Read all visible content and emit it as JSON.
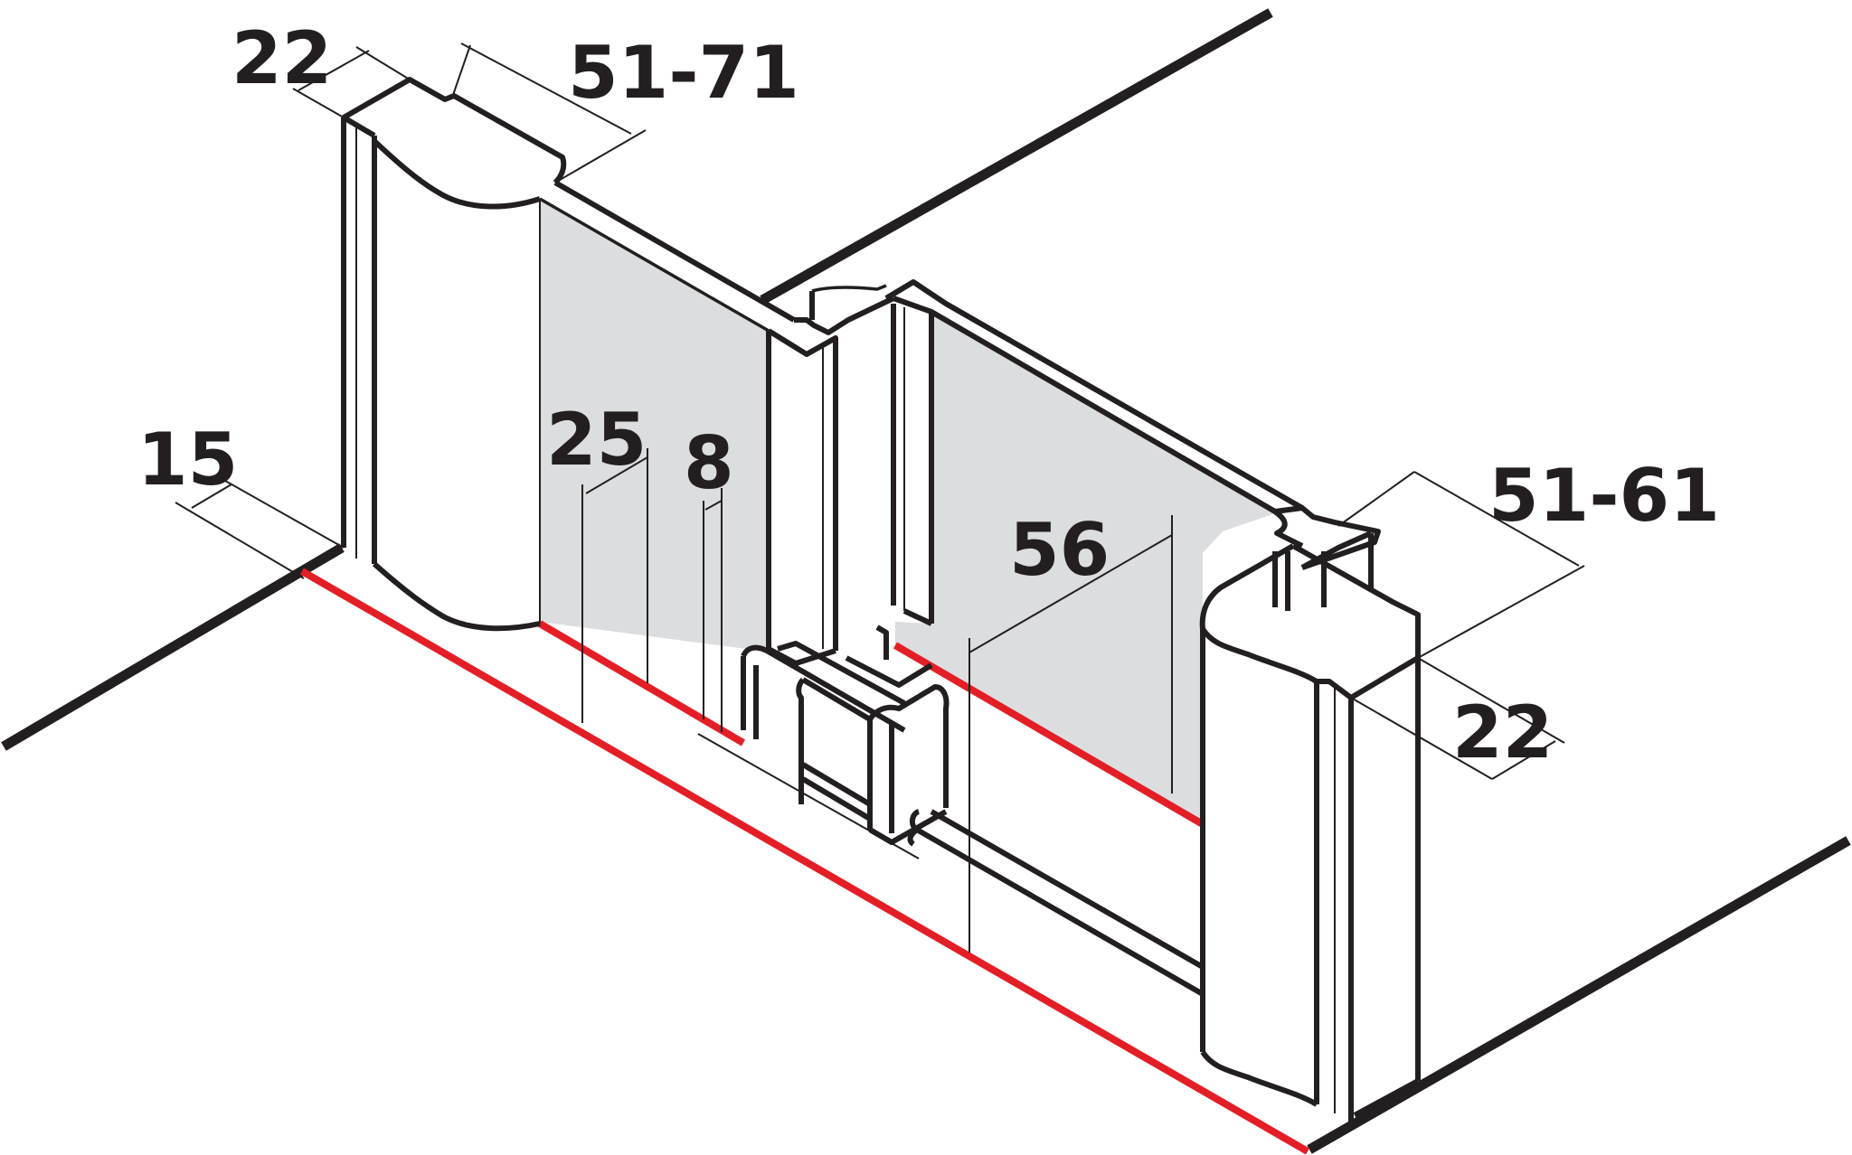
{
  "dimensions": {
    "top_left_depth": "22",
    "top_left_range": "51-71",
    "bottom_left_offset": "15",
    "glass_offset_left": "25",
    "seal_gap": "8",
    "glass_offset_right": "56",
    "right_range": "51-61",
    "right_depth": "22"
  },
  "colors": {
    "outline": "#231f20",
    "glass": "#dcdddf",
    "floor_line": "#e41e26",
    "background": "#ffffff"
  }
}
